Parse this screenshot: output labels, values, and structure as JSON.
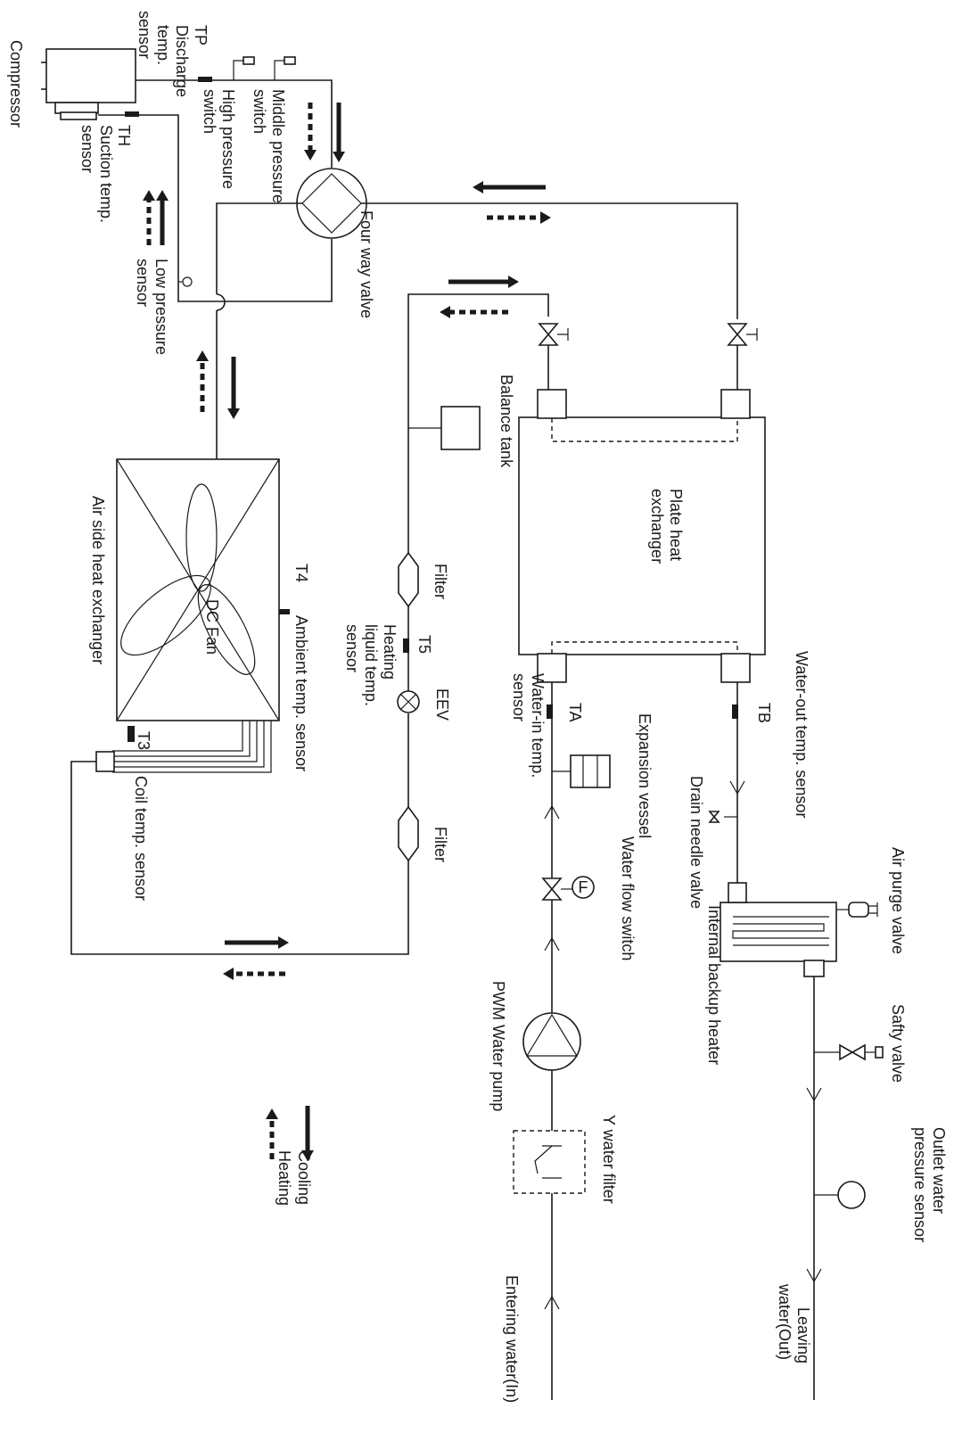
{
  "labels": {
    "compressor": "Compressor",
    "tp_line1": "TP",
    "tp_line2": "Discharge",
    "tp_line3": "temp.",
    "tp_line4": "sensor",
    "th_tag": "TH",
    "th_line1": "Suction temp.",
    "th_line2": "sensor",
    "high_line1": "High pressure",
    "high_line2": "switch",
    "middle_line1": "Middle pressure",
    "middle_line2": "switch",
    "low_line1": "Low pressure",
    "low_line2": "sensor",
    "four_way_valve": "Four way valve",
    "balance_tank": "Balance tank",
    "plate_line1": "Plate heat",
    "plate_line2": "exchanger",
    "t4_tag": "T4",
    "t4_label": "Ambient temp. sensor",
    "dc_fan": "DC Fan",
    "air_side": "Air side heat exchanger",
    "t3_tag": "T3",
    "t3_label": "Coil temp. sensor",
    "filter_upper": "Filter",
    "filter_lower": "Filter",
    "t5_tag": "T5",
    "heating_line1": "Heating",
    "heating_line2": "liquid temp.",
    "heating_line3": "sensor",
    "eev": "EEV",
    "ta_tag": "TA",
    "ta_line1": "Water-in temp.",
    "ta_line2": "sensor",
    "tb_tag": "TB",
    "tb_label": "Water-out temp. sensor",
    "expansion_vessel": "Expansion vessel",
    "water_flow_switch": "Water flow switch",
    "flow_switch_symbol": "F",
    "drain_needle_valve": "Drain needle valve",
    "air_purge_valve": "Air purge valve",
    "internal_backup_heater": "Internal backup heater",
    "safety_valve": "Safty valve",
    "outlet_line1": "Outlet water",
    "outlet_line2": "pressure sensor",
    "leaving_line1": "Leaving",
    "leaving_line2": "water(Out)",
    "pwm_pump": "PWM Water pump",
    "y_filter": "Y water filter",
    "entering_water": "Entering water(In)",
    "legend_cooling": "Cooling",
    "legend_heating": "Heating"
  }
}
